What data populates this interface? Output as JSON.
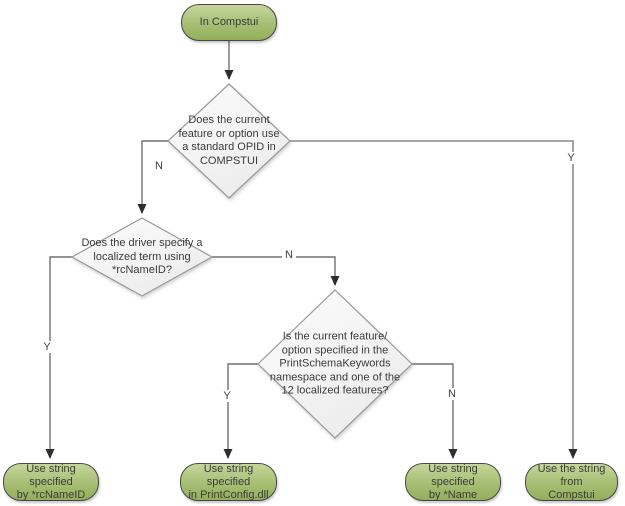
{
  "nodes": {
    "start": {
      "label": "In Compstui"
    },
    "decision_opid": {
      "label": "Does the current\nfeature or option use\na standard OPID in\nCOMPSTUI"
    },
    "decision_rcnameid": {
      "label": "Does the driver specify a\nlocalized term using\n*rcNameID?"
    },
    "decision_schema": {
      "label": "Is the current feature/\noption specified in the\nPrintSchemaKeywords\nnamespace and one of the\n12 localized features?"
    },
    "result_rcnameid": {
      "label": "Use string specified\nby *rcNameID"
    },
    "result_printconfig": {
      "label": "Use string specified\nin PrintConfig.dll"
    },
    "result_name": {
      "label": "Use string specified\nby *Name"
    },
    "result_compstui": {
      "label": "Use the string from\nCompstui"
    }
  },
  "edge_labels": {
    "opid_no": "N",
    "opid_yes": "Y",
    "rcnameid_yes": "Y",
    "rcnameid_no": "N",
    "schema_yes": "Y",
    "schema_no": "N"
  },
  "colors": {
    "terminator_fill": "#a9c178",
    "terminator_fill_light": "#c6d69b",
    "terminator_fill_dark": "#93af5a",
    "terminator_border": "#474747",
    "decision_fill": "#fdfdfd",
    "decision_fill_dark": "#ebebeb",
    "decision_border": "#999999",
    "connector": "#707070",
    "arrowhead": "#2e2e2e",
    "text": "#3b3b3b",
    "background": "#ffffff"
  }
}
